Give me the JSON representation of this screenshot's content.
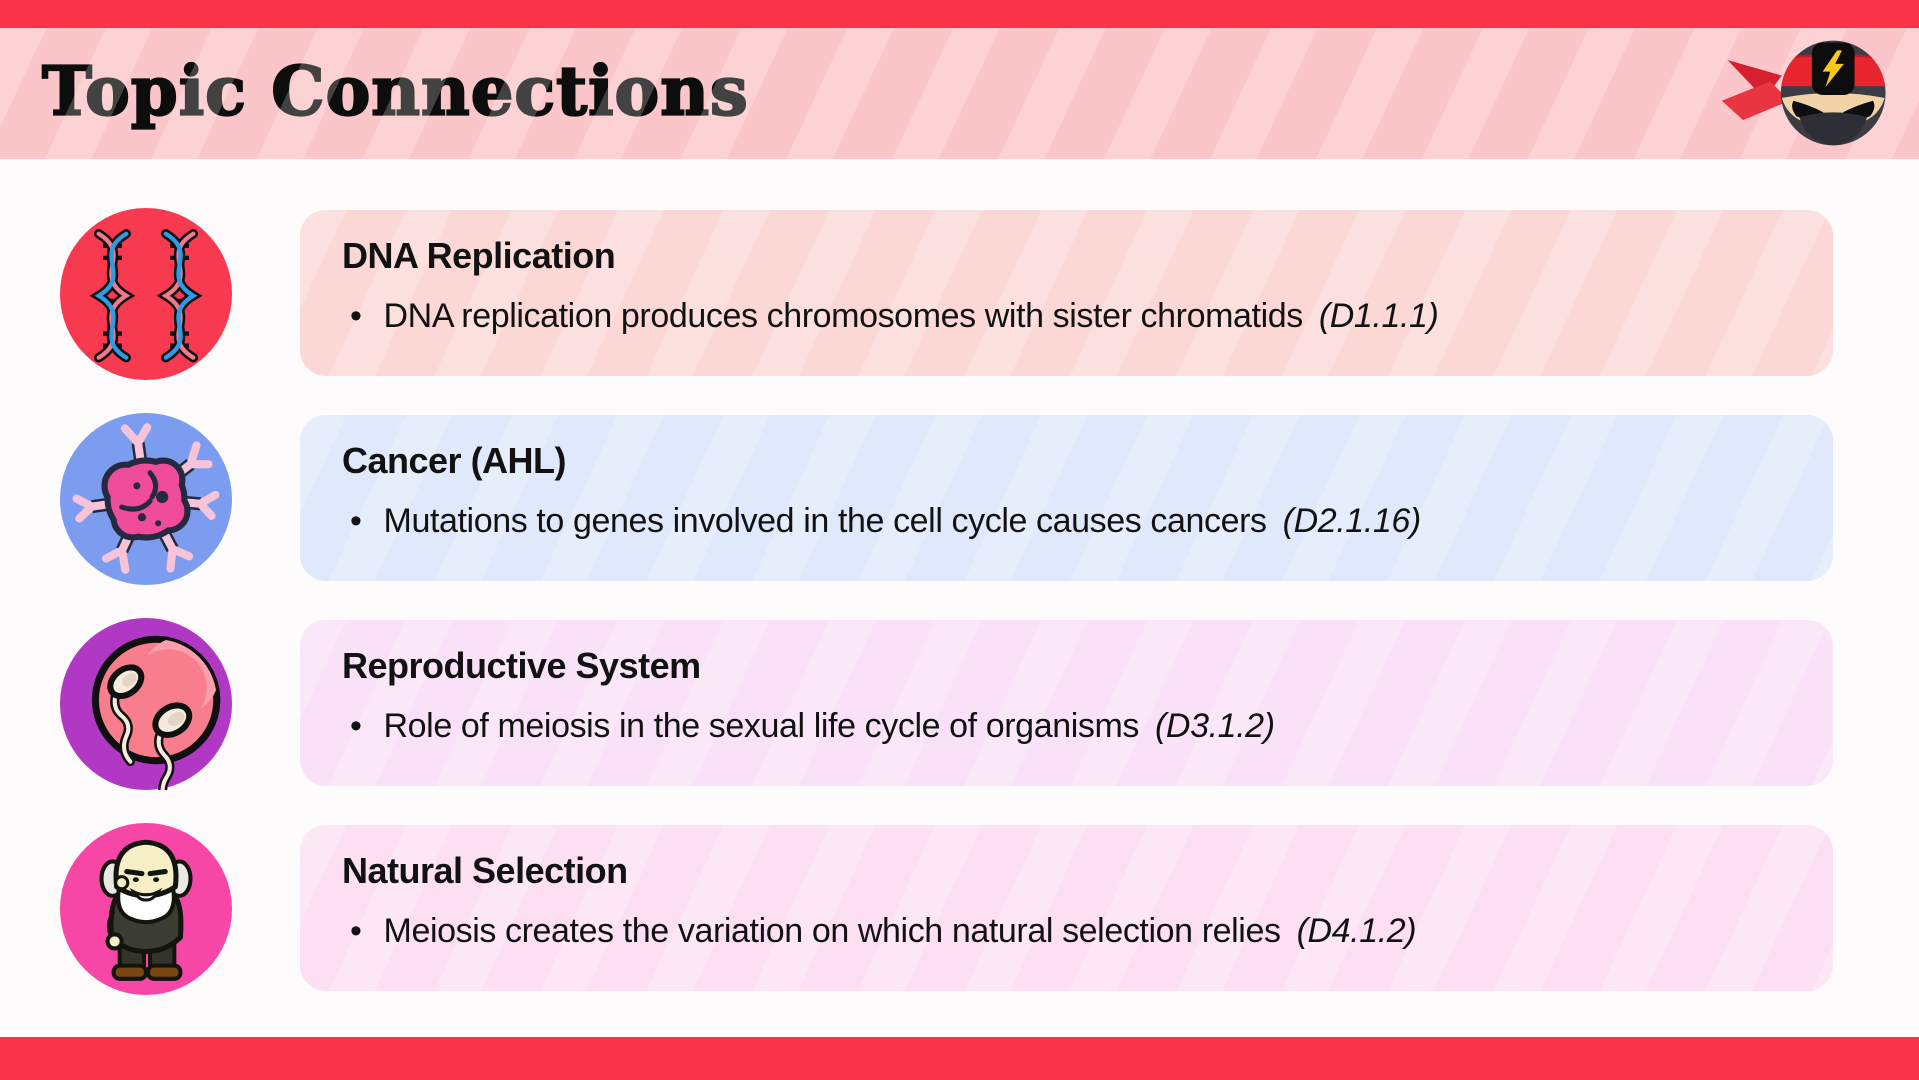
{
  "header": {
    "title": "Topic Connections",
    "logo": "ninja-icon"
  },
  "bullet_char": "•",
  "colors": {
    "top_bar": "#FA3348",
    "bottom_bar": "#FA3348",
    "header_bg": "#FBC6C9",
    "page_bg": "#FDFBFB",
    "text": "#121212"
  },
  "cards": [
    {
      "icon": "dna-icon",
      "icon_bg": "#F83A50",
      "card_bg": "#FBD8D6",
      "title": "DNA Replication",
      "bullet": "DNA replication produces chromosomes with sister chromatids",
      "code": "(D1.1.1)"
    },
    {
      "icon": "cancer-cell-icon",
      "icon_bg": "#7C9DEF",
      "card_bg": "#DFE9FB",
      "title": "Cancer (AHL)",
      "bullet": "Mutations to genes involved in the cell cycle causes cancers",
      "code": "(D2.1.16)"
    },
    {
      "icon": "fertilization-icon",
      "icon_bg": "#B138C4",
      "card_bg": "#F9E2F7",
      "title": "Reproductive System",
      "bullet": "Role of meiosis in the sexual life cycle of organisms",
      "code": "(D3.1.2)"
    },
    {
      "icon": "darwin-icon",
      "icon_bg": "#F747A6",
      "card_bg": "#FCE0F1",
      "title": "Natural Selection",
      "bullet": "Meiosis creates the variation on which natural selection relies",
      "code": "(D4.1.2)"
    }
  ]
}
